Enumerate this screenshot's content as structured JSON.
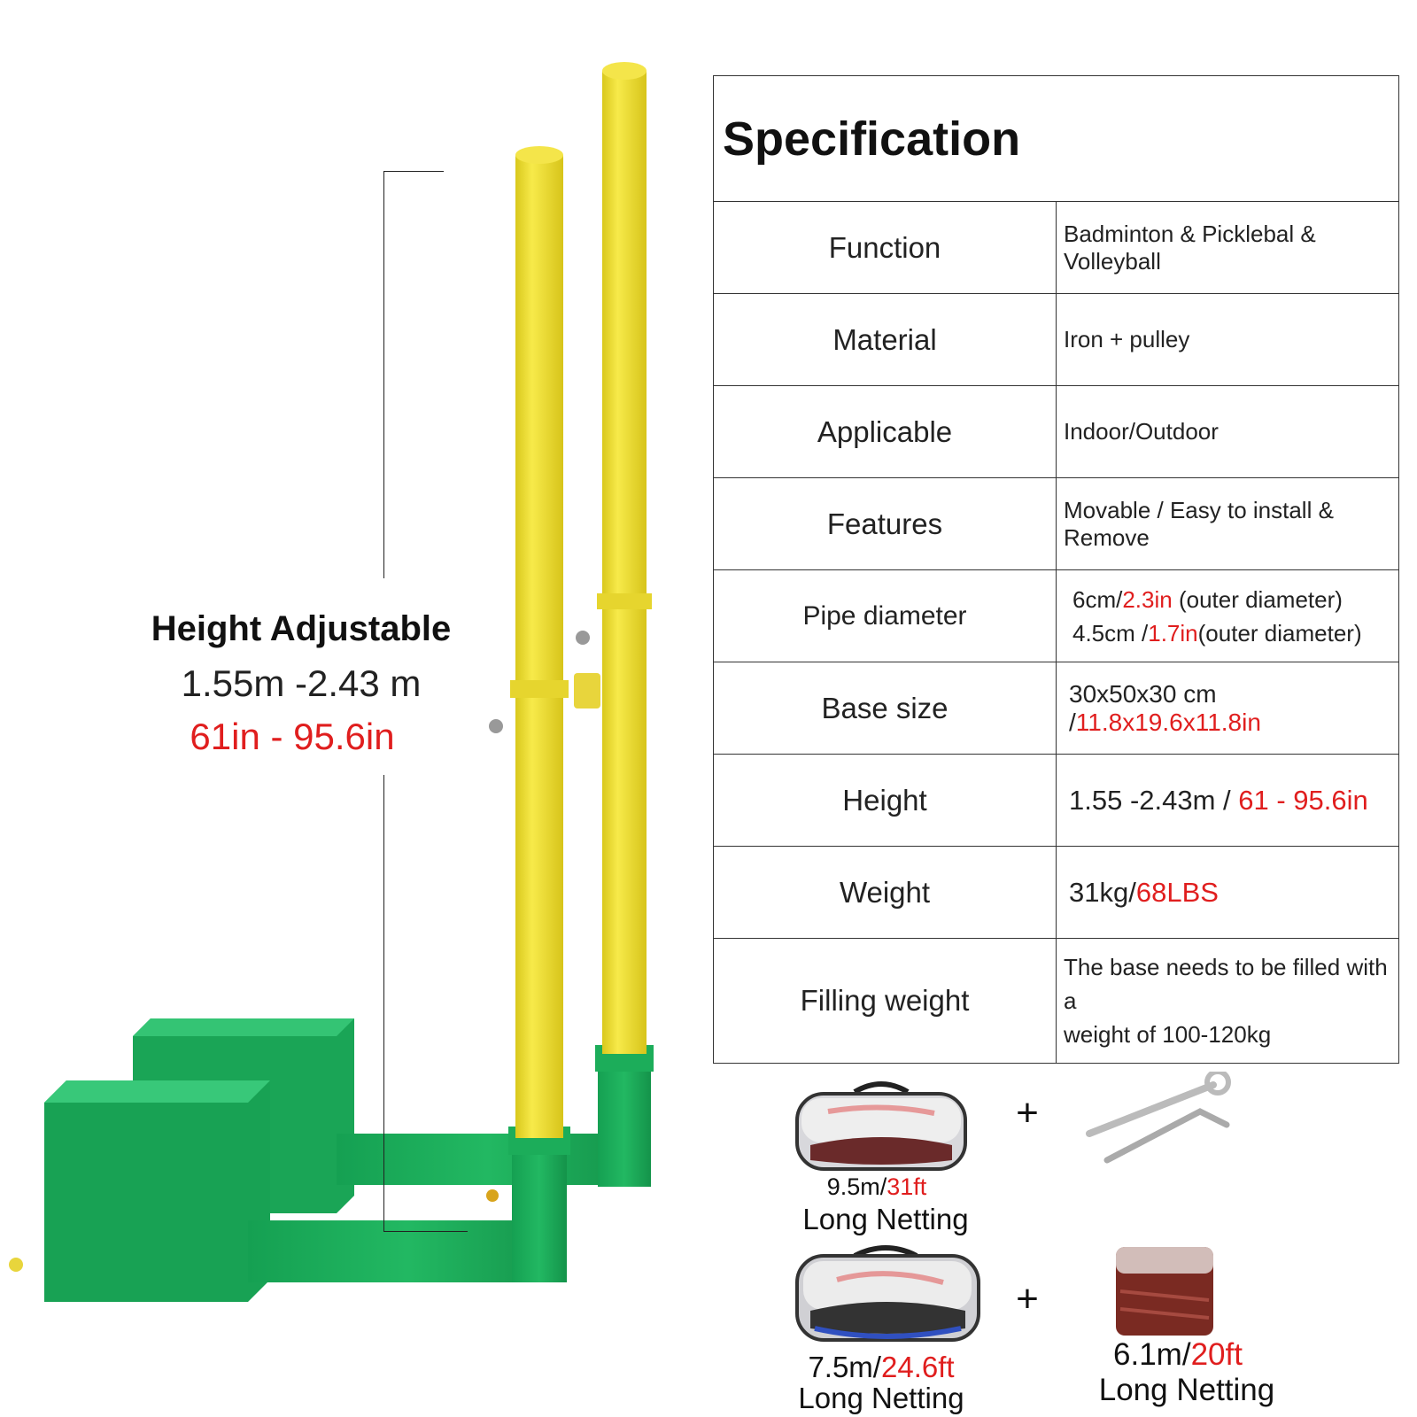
{
  "height_adjustable": {
    "title": "Height Adjustable",
    "metric": "1.55m -2.43 m",
    "imperial": "61in - 95.6in"
  },
  "spec": {
    "title": "Specification",
    "rows": [
      {
        "label": "Function",
        "value": "Badminton & Picklebal & Volleyball"
      },
      {
        "label": "Material",
        "value": "Iron + pulley"
      },
      {
        "label": "Applicable",
        "value": "Indoor/Outdoor"
      },
      {
        "label": "Features",
        "value": "Movable / Easy to install & Remove"
      },
      {
        "label": "Pipe diameter",
        "line1_a": "6cm/",
        "line1_b": "2.3in",
        "line1_c": " (outer diameter)",
        "line2_a": "4.5cm /",
        "line2_b": "1.7in",
        "line2_c": "(outer diameter)"
      },
      {
        "label": "Base size",
        "value_a": "30x50x30 cm /",
        "value_b": "11.8x19.6x11.8in"
      },
      {
        "label": "Height",
        "value_a": "1.55 -2.43m / ",
        "value_b": "61 - 95.6in"
      },
      {
        "label": "Weight",
        "value_a": "31kg/",
        "value_b": "68LBS"
      },
      {
        "label": "Filling weight",
        "line1": "The base needs to be filled with a",
        "line2": "weight of 100-120kg"
      }
    ]
  },
  "accessories": {
    "plus": "+",
    "net1": {
      "size_a": "9.5m/",
      "size_b": "31ft",
      "label": "Long Netting"
    },
    "net2": {
      "size_a": "7.5m/",
      "size_b": "24.6ft",
      "label": "Long Netting"
    },
    "net3": {
      "size_a": "6.1m/",
      "size_b": "20ft",
      "label": "Long Netting"
    }
  },
  "colors": {
    "post_yellow": "#f1e23a",
    "base_green": "#1fae5a",
    "accent_red": "#e01e1e"
  }
}
